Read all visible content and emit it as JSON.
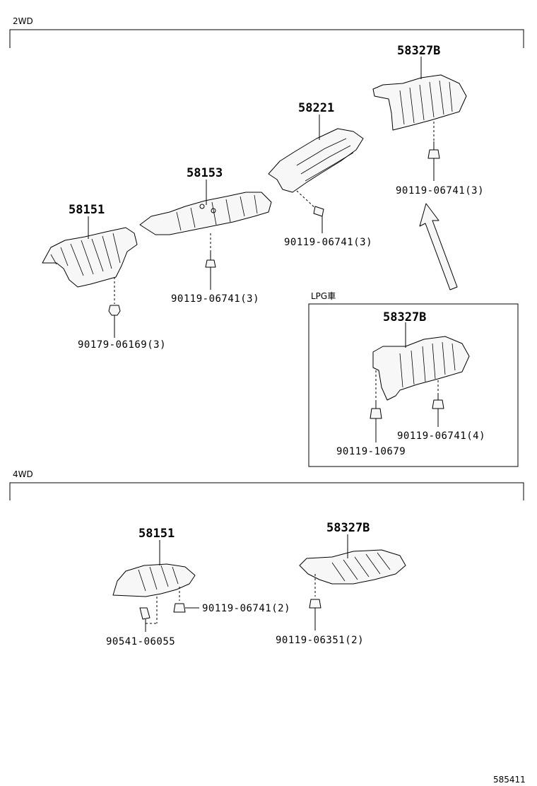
{
  "sections": {
    "two_wd": "2WD",
    "four_wd": "4WD",
    "lpg": "LPG車"
  },
  "parts_2wd": {
    "p58151": "58151",
    "p58153": "58153",
    "p58221": "58221",
    "p58327b": "58327B",
    "bolt_a": "90179-06169(3)",
    "bolt_b": "90119-06741(3)",
    "bolt_c": "90119-06741(3)",
    "bolt_d": "90119-06741(3)"
  },
  "parts_lpg": {
    "p58327b": "58327B",
    "bolt_a": "90119-06741(4)",
    "bolt_b": "90119-10679"
  },
  "parts_4wd": {
    "p58151": "58151",
    "p58327b": "58327B",
    "bolt_a": "90119-06741(2)",
    "bolt_b": "90541-06055",
    "bolt_c": "90119-06351(2)"
  },
  "diagram_id": "585411"
}
